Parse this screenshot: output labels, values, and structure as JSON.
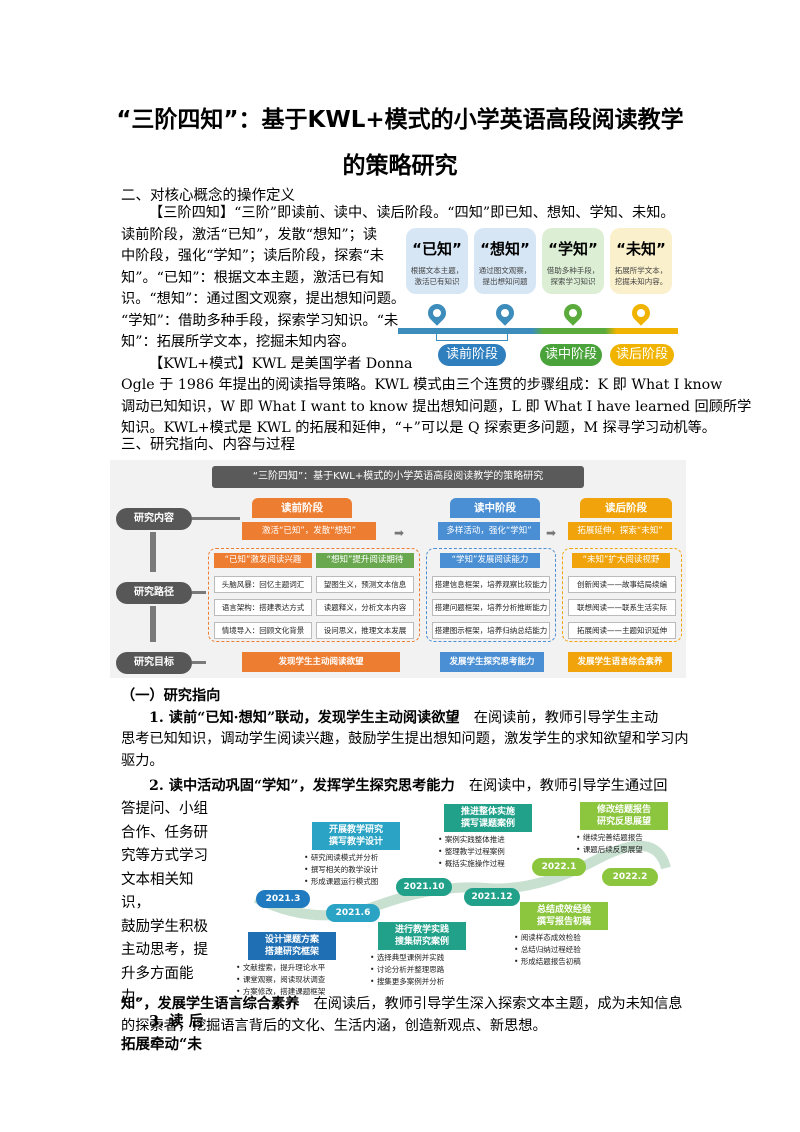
{
  "title_line1": "“三阶四知”：基于KWL+模式的小学英语高段阅读教学",
  "title_line2": "的策略研究",
  "sec2_heading": "二、对核心概念的操作定义",
  "p1_line1": "【三阶四知】“三阶”即读前、读中、读后阶段。“四知”即已知、想知、学知、未知。",
  "p1_wrap": [
    "读前阶段，激活“已知”，发散“想知”；读",
    "中阶段，强化“学知”；读后阶段，探索“未",
    "知”。“已知”：根据文本主题，激活已有知",
    "识。“想知”：通过图文观察，提出想知问题。",
    "“学知”：借助多种手段，探索学习知识。“未",
    "知”：拓展所学文本，挖掘未知内容。"
  ],
  "p2_line1": "【KWL+模式】KWL 是美国学者 Donna",
  "p2_rest": [
    "Ogle 于 1986 年提出的阅读指导策略。KWL 模式由三个连贯的步骤组成：K 即 What I know",
    "调动已知知识，W 即 What I want to know 提出想知问题，L 即 What I have learned 回顾所学",
    "知识。KWL+模式是 KWL 的拓展和延伸，“+”可以是 Q 探索更多问题，M 探寻学习动机等。"
  ],
  "sec3_heading": "三、研究指向、内容与过程",
  "kwl_cards": [
    {
      "title": "“已知”",
      "desc1": "根据文本主题，",
      "desc2": "激活已有知识",
      "bg": "#d6e6f5",
      "pin": "#3c8dbc"
    },
    {
      "title": "“想知”",
      "desc1": "通过图文观察，",
      "desc2": "提出想知问题",
      "bg": "#d6e6f5",
      "pin": "#3c8dbc"
    },
    {
      "title": "“学知”",
      "desc1": "借助多种手段，",
      "desc2": "探索学习知识",
      "bg": "#dcefd5",
      "pin": "#5aab3c"
    },
    {
      "title": "“未知”",
      "desc1": "拓展所学文本，",
      "desc2": "挖掘未知内容。",
      "bg": "#fbf0cc",
      "pin": "#f0b400"
    }
  ],
  "kwl_phases": [
    {
      "label": "读前阶段",
      "color": "#2f7fbf"
    },
    {
      "label": "读中阶段",
      "color": "#4aa33a"
    },
    {
      "label": "读后阶段",
      "color": "#f0b400"
    }
  ],
  "flow": {
    "header": "“三阶四知”：基于KWL+模式的小学英语高段阅读教学的策略研究",
    "row_labels": [
      "研究内容",
      "研究路径",
      "研究目标"
    ],
    "phases": [
      "读前阶段",
      "读中阶段",
      "读后阶段"
    ],
    "content_bars": [
      "激活“已知”，发散“想知”",
      "多样活动，强化“学知”",
      "拓展延伸，探索“未知”"
    ],
    "sub_bars": [
      "“已知”激发阅读兴趣",
      "“想知”提升阅读期待",
      "“学知”发展阅读能力",
      "“未知”扩大阅读视野"
    ],
    "col1": [
      "头脑风暴：回忆主题词汇",
      "语言架构：搭建表达方式",
      "情境导入：回顾文化背景"
    ],
    "col2": [
      "望图生义，预测文本信息",
      "读题释义，分析文本内容",
      "设问思义，推理文本发展"
    ],
    "col3": [
      "搭建信息框架，培养观察比较能力",
      "搭建问题框架，培养分析推断能力",
      "搭建图示框架，培养归纳总结能力"
    ],
    "col4": [
      "创新阅读——故事结局续编",
      "联想阅读——联系生活实际",
      "拓展阅读——主题知识延伸"
    ],
    "goals": [
      "发现学生主动阅读欲望",
      "发展学生探究思考能力",
      "发展学生语言综合素养"
    ]
  },
  "sub1_heading": "（一）研究指向",
  "item1_bold": "1. 读前“已知·想知”联动，发现学生主动阅读欲望",
  "item1_text": "　在阅读前，教师引导学生主动",
  "item1_rest": [
    "思考已知知识，调动学生阅读兴趣，鼓励学生提出想知问题，激发学生的求知欲望和学习内",
    "驱力。"
  ],
  "item2_bold": "2. 读中活动巩固“学知”，发挥学生探究思考能力",
  "item2_text": "　在阅读中，教师引导学生通过回",
  "item2_wrap": [
    "答提问、小组",
    "合作、任务研",
    "究等方式学习",
    "文本相关知识，",
    "鼓励学生积极",
    "主动思考，提",
    "升多方面能力。"
  ],
  "item3_lines": [
    "3. 读 后",
    "拓展牵动“未"
  ],
  "item3_bold_tail": "知”，发展学生语言综合素养",
  "item3_text": "　在阅读后，教师引导学生深入探索文本主题，成为未知信息",
  "item3_rest": "的探索者，挖掘语言背后的文化、生活内涵，创造新观点、新思想。",
  "timeline": {
    "dates": [
      "2021.3",
      "2021.6",
      "2021.10",
      "2021.12",
      "2022.1",
      "2022.2"
    ],
    "stages": [
      {
        "title1": "设计课题方案",
        "title2": "搭建研究框架",
        "items": [
          "文献搜索，提升理论水平",
          "课堂观察，阅读现状调查",
          "方案修改，搭建课题框架"
        ]
      },
      {
        "title1": "开展教学研究",
        "title2": "撰写教学设计",
        "items": [
          "研究阅读模式并分析",
          "撰写相关的教学设计",
          "形成课题运行模式图"
        ]
      },
      {
        "title1": "进行教学实践",
        "title2": "搜集研究案例",
        "items": [
          "选择典型课例并实践",
          "讨论分析并整理思路",
          "搜集更多案例并分析"
        ]
      },
      {
        "title1": "推进整体实施",
        "title2": "撰写课题案例",
        "items": [
          "案例实践整体推进",
          "整理教学过程案例",
          "概括实施操作过程"
        ]
      },
      {
        "title1": "总结成效经验",
        "title2": "撰写报告初稿",
        "items": [
          "阅读样态成效检验",
          "总结归纳过程经验",
          "形成结题报告初稿"
        ]
      },
      {
        "title1": "修改结题报告",
        "title2": "研究反思展望",
        "items": [
          "继续完善结题报告",
          "课题后续反思展望"
        ]
      }
    ]
  }
}
